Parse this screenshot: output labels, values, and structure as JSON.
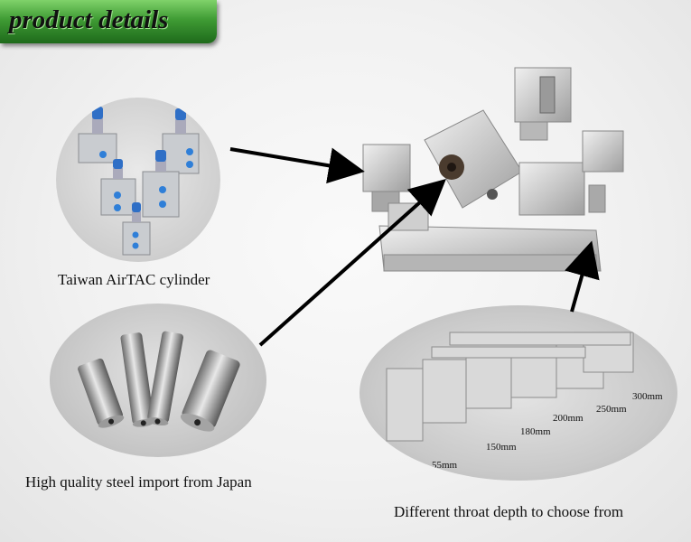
{
  "header": {
    "title": "product details"
  },
  "captions": {
    "cylinder": "Taiwan AirTAC cylinder",
    "steel": "High quality steel import from Japan",
    "throat": "Different throat depth to choose from"
  },
  "throat_sizes": [
    "55mm",
    "150mm",
    "180mm",
    "200mm",
    "250mm",
    "300mm"
  ],
  "colors": {
    "title_bar": "#3f9b34",
    "arrow": "#000000",
    "oval_bg": "#d7d7d7"
  }
}
